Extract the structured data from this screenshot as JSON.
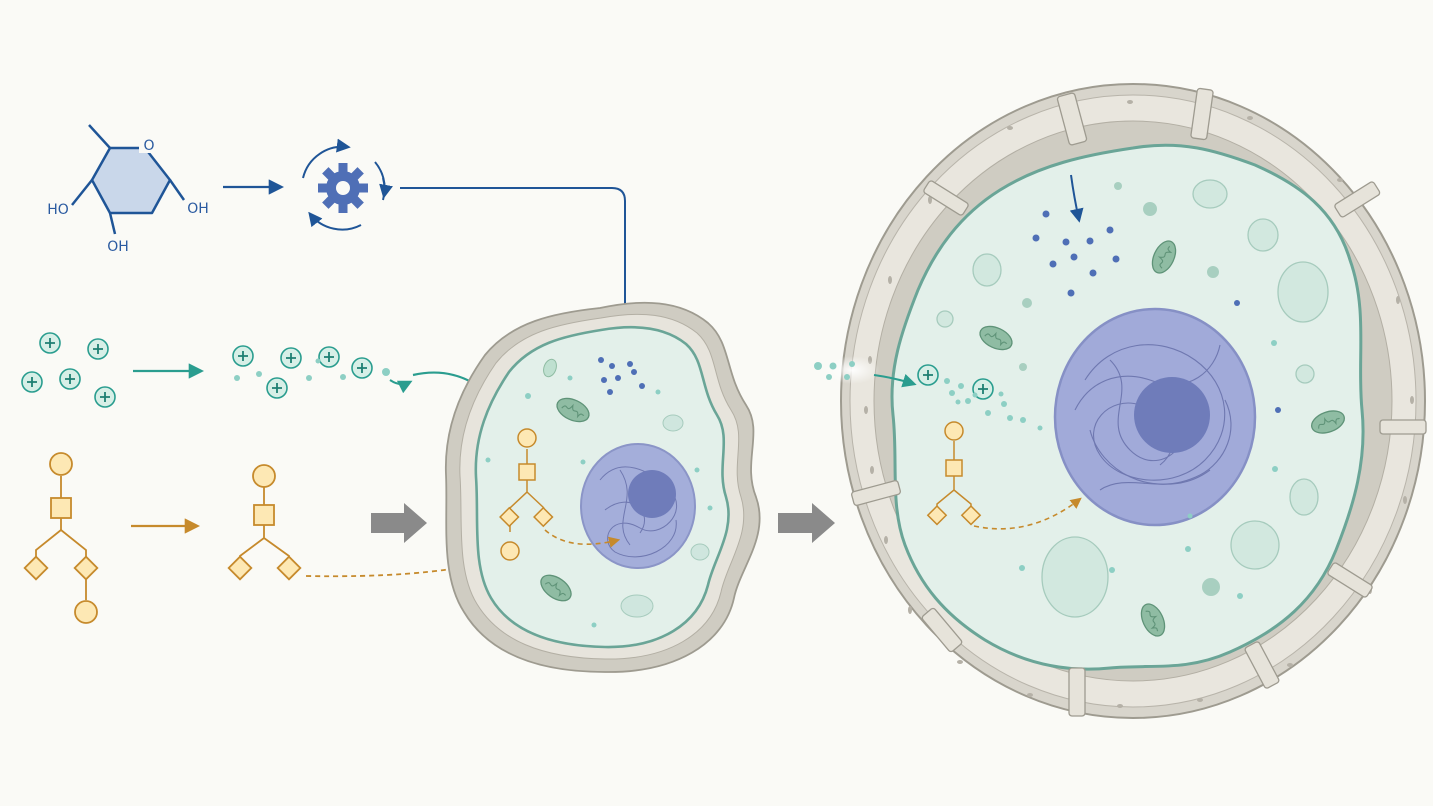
{
  "molecule": {
    "ring_atom": "O",
    "hydroxyl_left": "HO",
    "hydroxyl_right": "OH",
    "hydroxyl_bottom": "OH"
  },
  "icons": {
    "sugar": "hexose-ring-icon",
    "metabolism": "gear-cycle-icon",
    "ions": "plus-ion-icon",
    "glycan": "glycan-tree-icon",
    "stage_arrow": "block-arrow-icon"
  },
  "colors": {
    "background": "#fafaf6",
    "sugar_blue": "#1f5597",
    "ion_teal": "#2a9d8f",
    "glycan_gold": "#c68a2c",
    "glycan_fill": "#fde8b4",
    "cytoplasm": "#e3f0ea",
    "membrane": "#6aa597",
    "cell_wall": "#d8d5cc",
    "nucleus": "#9aa3d8",
    "nucleolus": "#6f7cba",
    "mitochondrion": "#8fbca3",
    "stage_arrow": "#8a8a8a"
  }
}
